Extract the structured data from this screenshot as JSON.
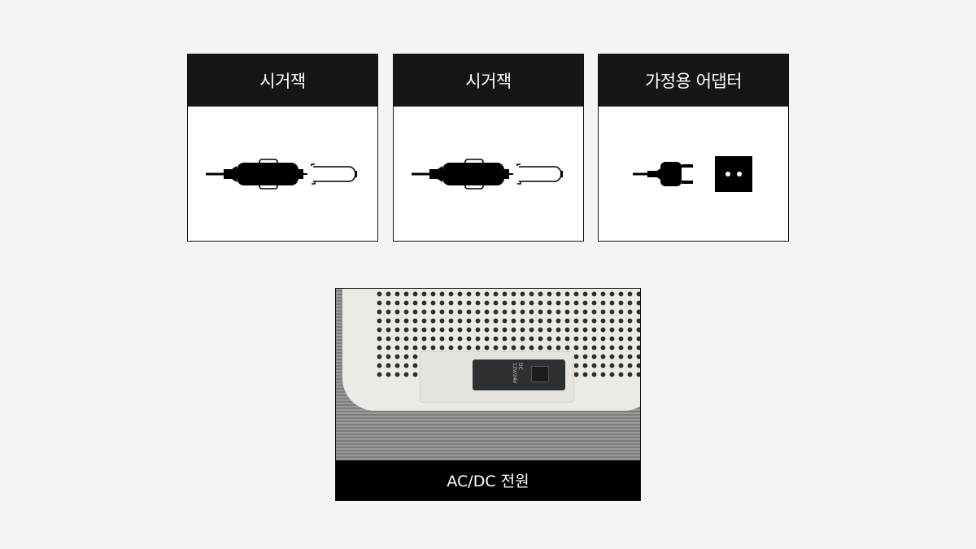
{
  "cards": [
    {
      "title": "시거잭",
      "icon": "car-charger-icon"
    },
    {
      "title": "시거잭",
      "icon": "car-charger-icon"
    },
    {
      "title": "가정용 어댑터",
      "icon": "ac-plug-icon"
    }
  ],
  "photo": {
    "caption": "AC/DC 전원",
    "socket_label": "DC 12V/24V"
  }
}
